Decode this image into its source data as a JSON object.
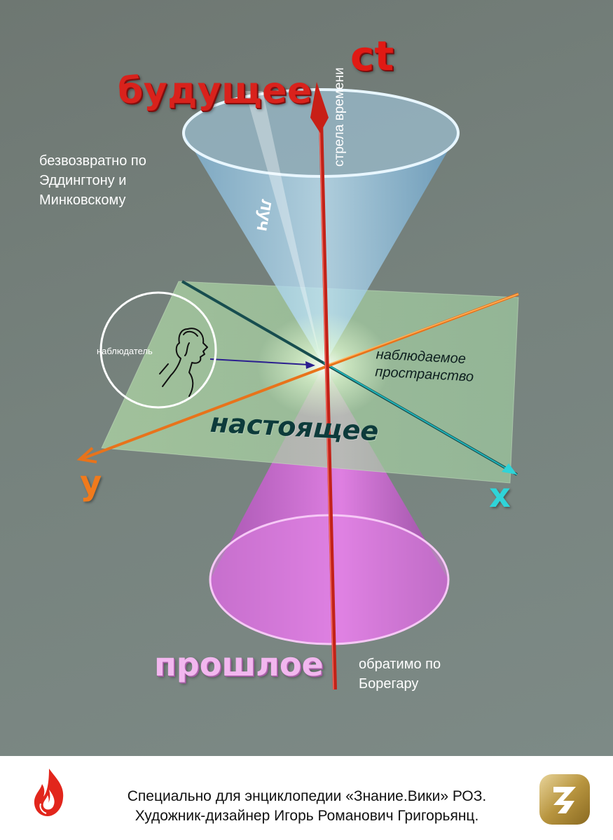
{
  "labels": {
    "future": "будущее",
    "ct": "ct",
    "time_arrow": "стрела времени",
    "future_note": [
      "безвозвратно по",
      "Эддингтону и",
      "Минковскому"
    ],
    "ray": "луч",
    "observer": "наблюдатель",
    "observed_space": [
      "наблюдаемое",
      "пространство"
    ],
    "present": "настоящее",
    "y_axis": "у",
    "x_axis": "х",
    "past": "прошлое",
    "past_note": [
      "обратимо по",
      "Борегару"
    ]
  },
  "footer": {
    "credit_line_1": "Специально для энциклопедии «Знание.Вики» РОЗ.",
    "credit_line_2": "Художник-дизайнер Игорь Романович Григорьянц."
  },
  "colors": {
    "background": "#76827d",
    "future_cone": "#8fc4e6",
    "past_cone": "#d560d9",
    "present_plane": "#a8d3a4",
    "time_axis": "#c22218",
    "y_axis": "#e8731b",
    "x_axis": "#1d8d8f",
    "future_text": "#d9221c",
    "past_text": "#f2b7ef",
    "x_text": "#2fd4d8",
    "y_text": "#f07a1c"
  },
  "icons": [
    "fire-logo-icon",
    "z-logo-icon",
    "observer-profile-icon"
  ]
}
